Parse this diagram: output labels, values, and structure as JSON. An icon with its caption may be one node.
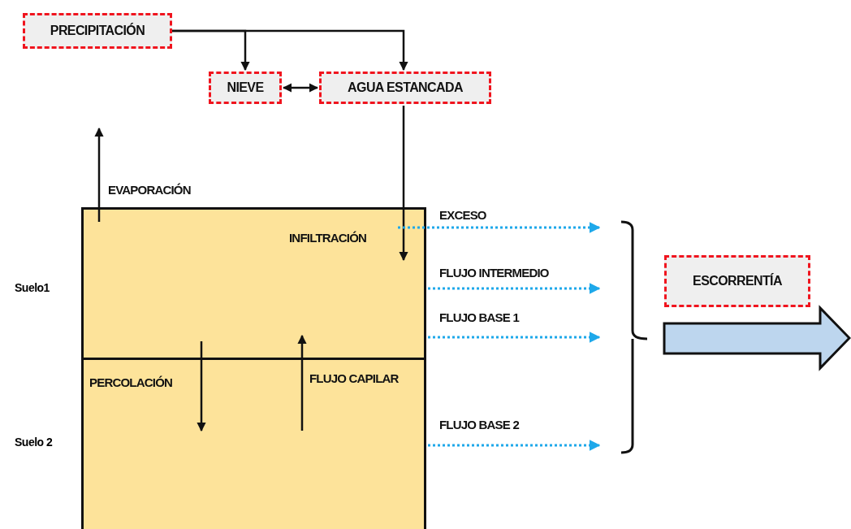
{
  "diagram": {
    "nodes": [
      {
        "text": [
          "PRECIPITACIÓN"
        ]
      },
      {
        "text": [
          "NIEVE"
        ]
      },
      {
        "text": [
          "AGUA ESTANCADA"
        ]
      },
      {
        "text": [
          "ESCORRENTÍA"
        ]
      },
      {
        "text": [
          "Suelo1"
        ]
      },
      {
        "text": [
          "Suelo 2"
        ]
      }
    ],
    "edges": [
      {
        "from": 0,
        "to": 1,
        "arrow": "to"
      },
      {
        "from": 0,
        "to": 2,
        "arrow": "to"
      },
      {
        "from": 1,
        "to": 2,
        "arrow": "both"
      },
      {
        "from": 2,
        "to": 4,
        "arrow": "to",
        "label": "INFILTRACIÓN"
      },
      {
        "from": 4,
        "to": null,
        "arrow": "to",
        "label": "EVAPORACIÓN"
      },
      {
        "from": 4,
        "to": 5,
        "arrow": "to",
        "label": "PERCOLACIÓN"
      },
      {
        "from": 5,
        "to": 4,
        "arrow": "to",
        "label": "FLUJO CAPILAR"
      },
      {
        "from": 4,
        "to": 3,
        "arrow": "to",
        "label": "EXCESO",
        "style": "dashed",
        "color": "#1ea8ea"
      },
      {
        "from": 4,
        "to": 3,
        "arrow": "to",
        "label": "FLUJO INTERMEDIO",
        "style": "dashed",
        "color": "#1ea8ea"
      },
      {
        "from": 4,
        "to": 3,
        "arrow": "to",
        "label": "FLUJO BASE 1",
        "style": "dashed",
        "color": "#1ea8ea"
      },
      {
        "from": 5,
        "to": 3,
        "arrow": "to",
        "label": "FLUJO BASE 2",
        "style": "dashed",
        "color": "#1ea8ea"
      }
    ]
  }
}
